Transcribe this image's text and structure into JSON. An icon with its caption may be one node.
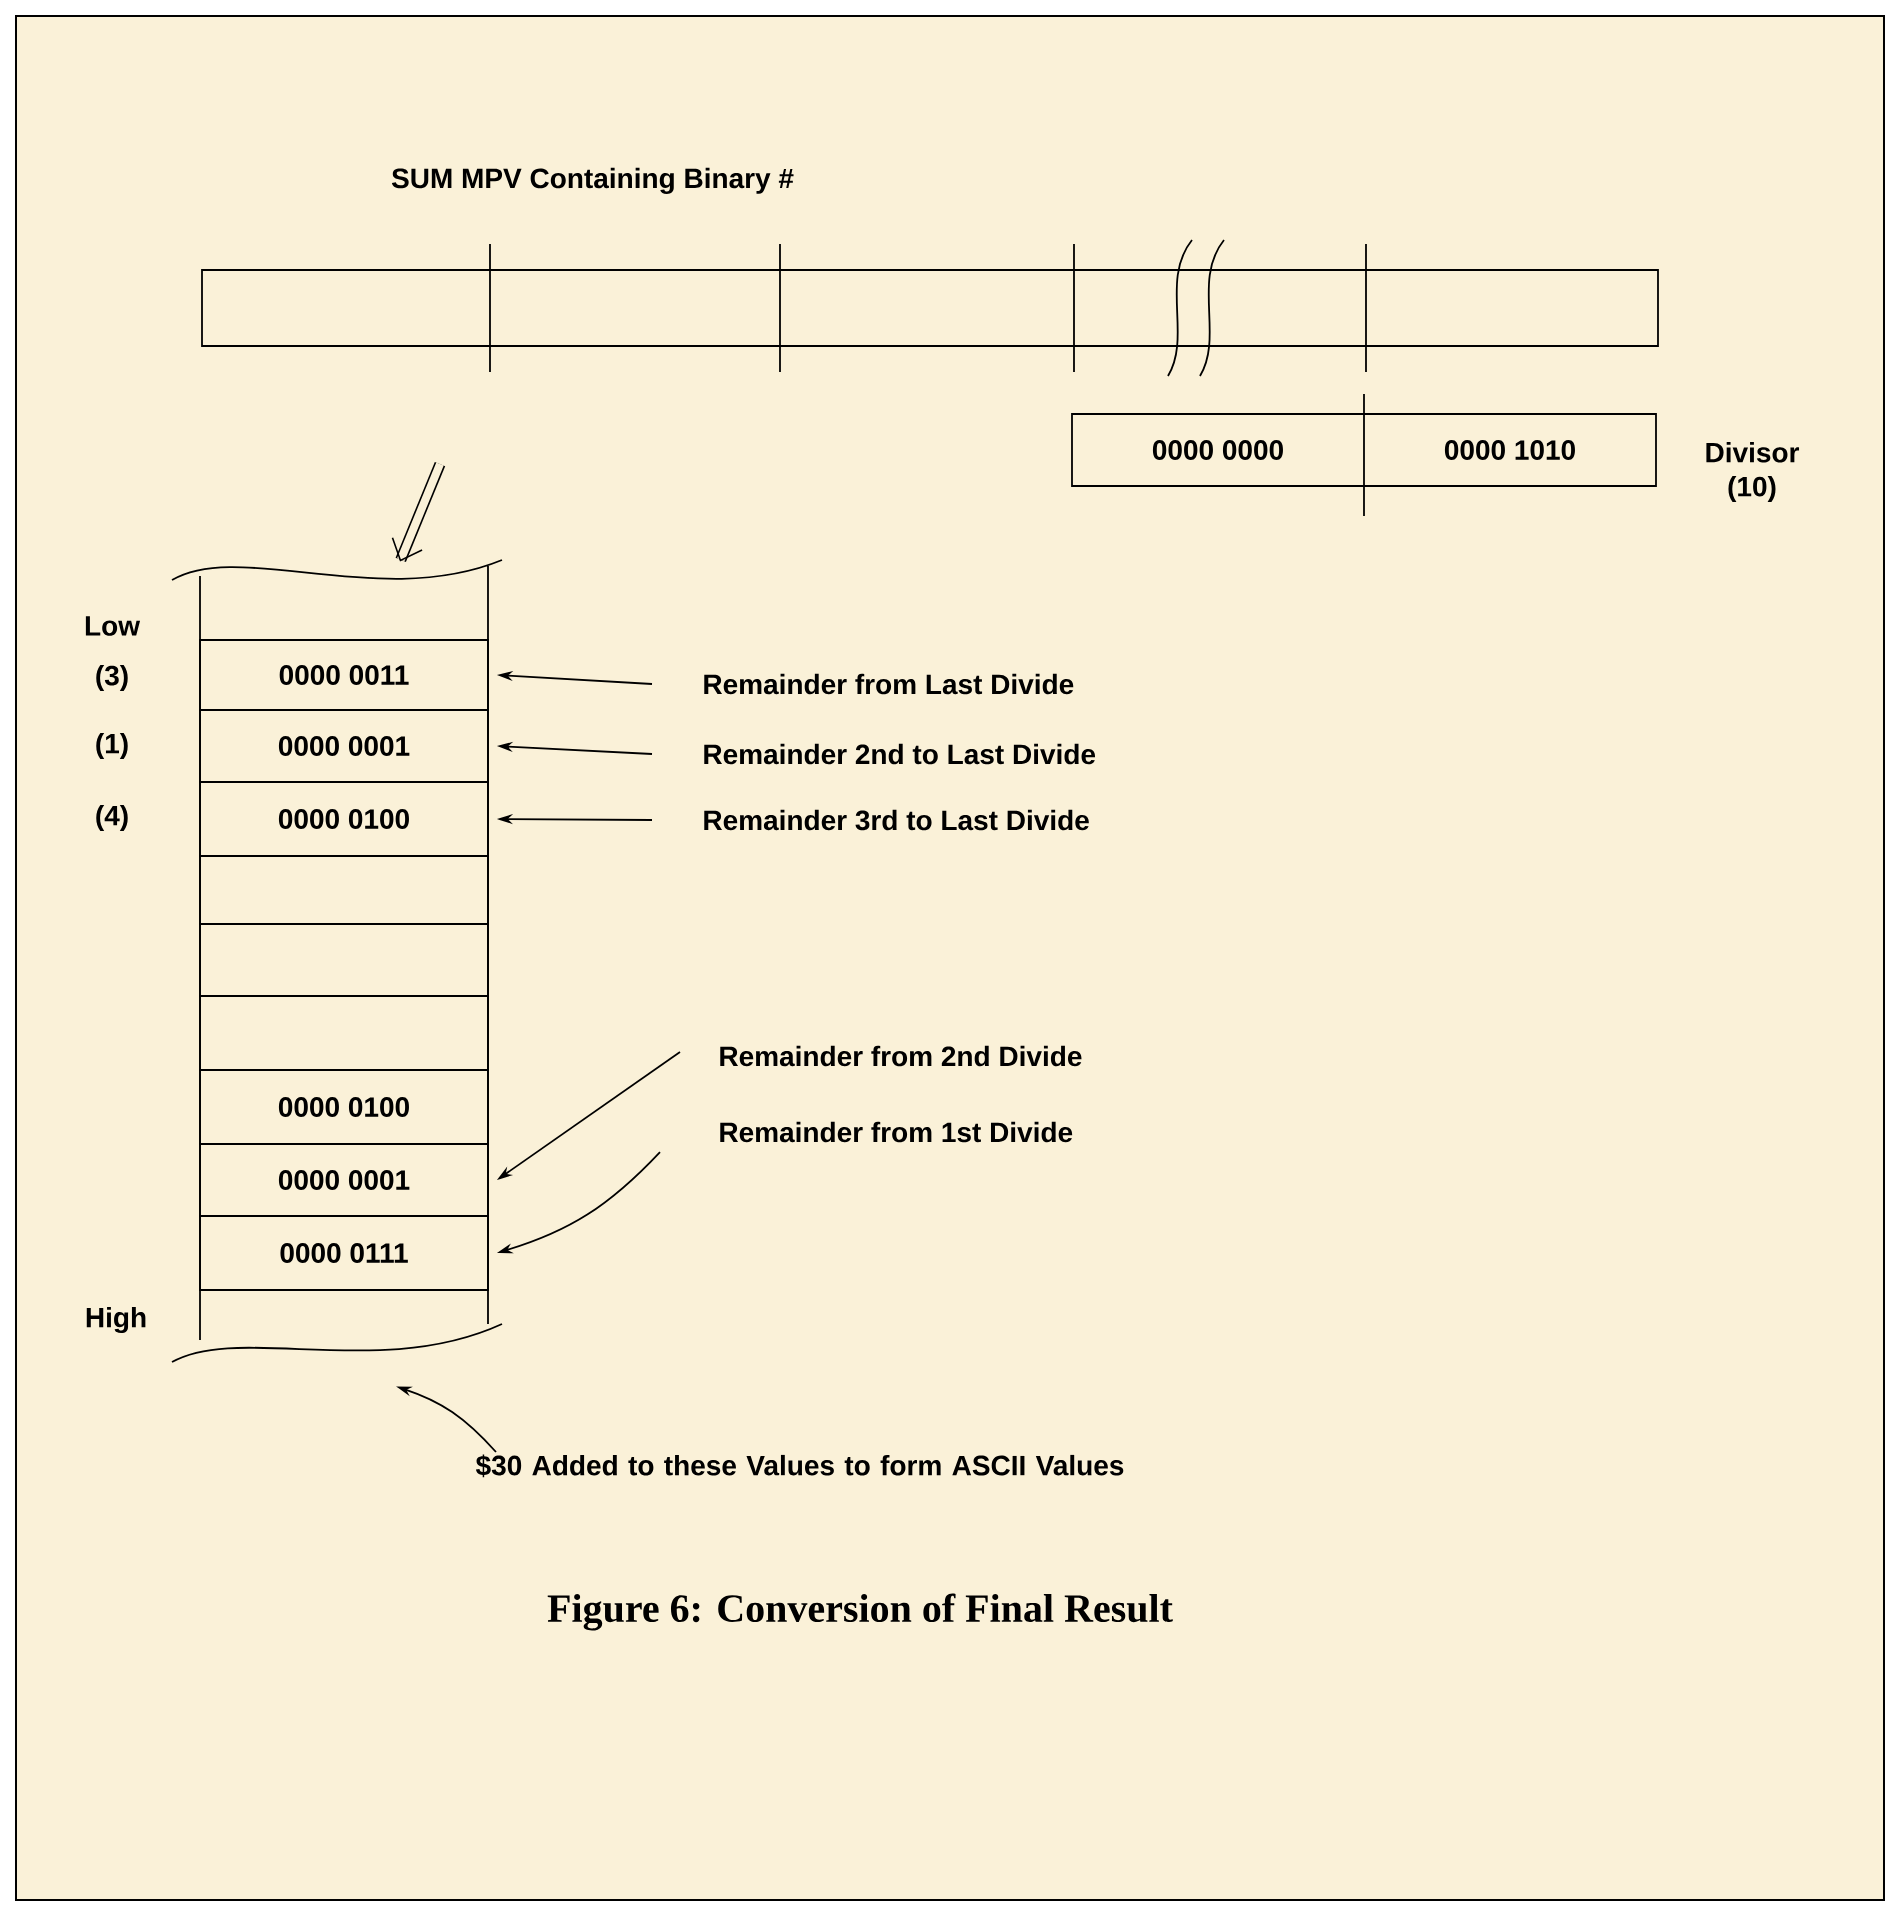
{
  "diagram": {
    "caption": "Figure 6: Conversion of Final Result",
    "nodes": [
      {
        "text": [
          "SUM MPV Containing Binary #"
        ]
      },
      {
        "text": [
          "0000 0000",
          "0000 1010"
        ],
        "beside": [
          "Divisor (10)"
        ]
      },
      {
        "text": [],
        "shape": "box"
      },
      {
        "text": [
          "0000 0011"
        ],
        "in": 2
      },
      {
        "text": [
          "0000 0001"
        ],
        "in": 2
      },
      {
        "text": [
          "0000 0100"
        ],
        "in": 2
      },
      {
        "text": [],
        "shape": "box",
        "in": 2
      },
      {
        "text": [],
        "shape": "box",
        "in": 2
      },
      {
        "text": [],
        "shape": "box",
        "in": 2
      },
      {
        "text": [
          "0000 0100"
        ],
        "in": 2
      },
      {
        "text": [
          "0000 0001"
        ],
        "in": 2
      },
      {
        "text": [
          "0000 0111"
        ],
        "in": 2
      },
      {
        "text": [
          "Remainder from Last Divide"
        ]
      },
      {
        "text": [
          "Remainder 2nd to Last Divide"
        ]
      },
      {
        "text": [
          "Remainder 3rd to Last Divide"
        ]
      },
      {
        "text": [
          "Remainder from 2nd Divide"
        ]
      },
      {
        "text": [
          "Remainder from 1st Divide"
        ]
      },
      {
        "text": [
          "$30 Added to these Values to form ASCII Values"
        ]
      }
    ],
    "edges": [
      {
        "from": null,
        "to": 2,
        "arrow": "to",
        "style": "thick"
      },
      {
        "from": 12,
        "to": 3,
        "arrow": "to"
      },
      {
        "from": 13,
        "to": 4,
        "arrow": "to"
      },
      {
        "from": 14,
        "to": 5,
        "arrow": "to"
      },
      {
        "from": 15,
        "to": 10,
        "arrow": "to"
      },
      {
        "from": 16,
        "to": 11,
        "arrow": "to"
      },
      {
        "from": 17,
        "to": 2,
        "arrow": "to"
      }
    ],
    "labels": [
      "Low",
      "(3)",
      "(1)",
      "(4)",
      "High"
    ]
  }
}
